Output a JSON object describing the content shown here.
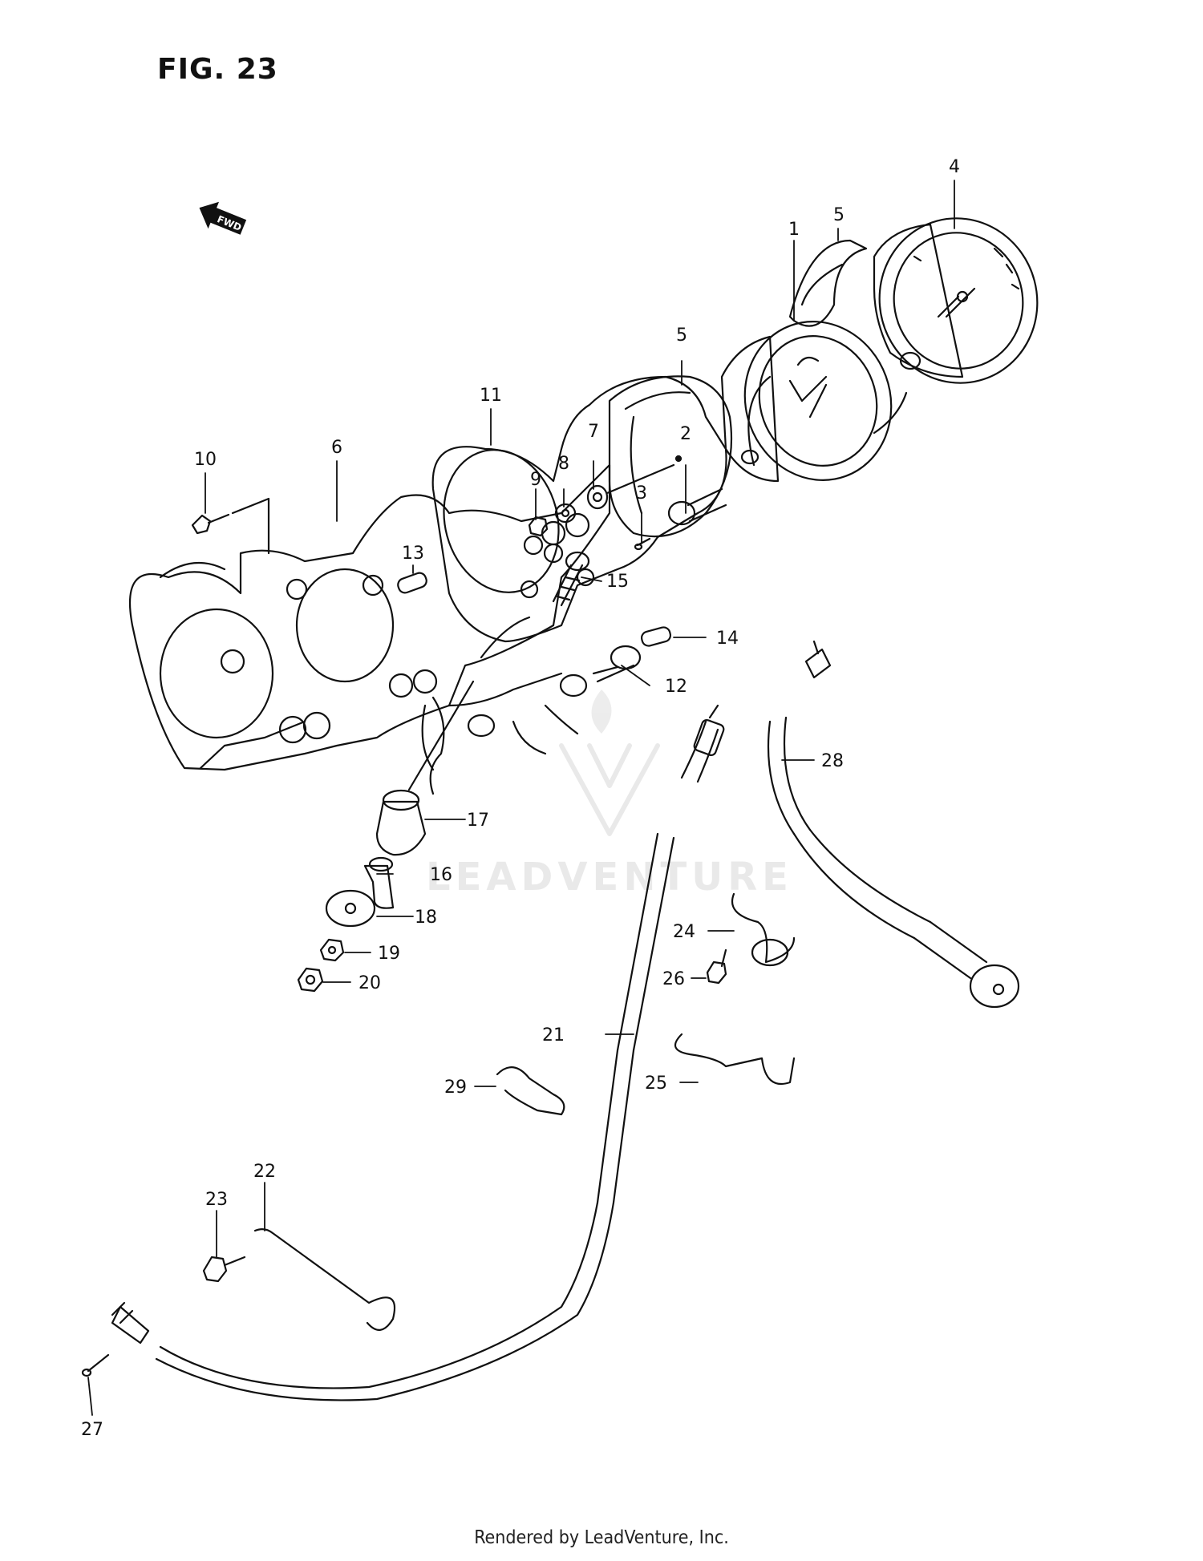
{
  "figure": {
    "title": "FIG. 23"
  },
  "direction_marker": {
    "label": "FWD"
  },
  "watermark": {
    "text": "LEADVENTURE"
  },
  "footer": {
    "text": "Rendered by LeadVenture, Inc."
  },
  "callouts": [
    {
      "id": "1",
      "label": "1"
    },
    {
      "id": "2",
      "label": "2"
    },
    {
      "id": "3",
      "label": "3"
    },
    {
      "id": "4",
      "label": "4"
    },
    {
      "id": "5a",
      "label": "5"
    },
    {
      "id": "5b",
      "label": "5"
    },
    {
      "id": "6",
      "label": "6"
    },
    {
      "id": "7",
      "label": "7"
    },
    {
      "id": "8",
      "label": "8"
    },
    {
      "id": "9",
      "label": "9"
    },
    {
      "id": "10",
      "label": "10"
    },
    {
      "id": "11",
      "label": "11"
    },
    {
      "id": "12",
      "label": "12"
    },
    {
      "id": "13",
      "label": "13"
    },
    {
      "id": "14",
      "label": "14"
    },
    {
      "id": "15",
      "label": "15"
    },
    {
      "id": "16",
      "label": "16"
    },
    {
      "id": "17",
      "label": "17"
    },
    {
      "id": "18",
      "label": "18"
    },
    {
      "id": "19",
      "label": "19"
    },
    {
      "id": "20",
      "label": "20"
    },
    {
      "id": "21",
      "label": "21"
    },
    {
      "id": "22",
      "label": "22"
    },
    {
      "id": "23",
      "label": "23"
    },
    {
      "id": "24",
      "label": "24"
    },
    {
      "id": "25",
      "label": "25"
    },
    {
      "id": "26",
      "label": "26"
    },
    {
      "id": "27",
      "label": "27"
    },
    {
      "id": "28",
      "label": "28"
    },
    {
      "id": "29",
      "label": "29"
    }
  ]
}
